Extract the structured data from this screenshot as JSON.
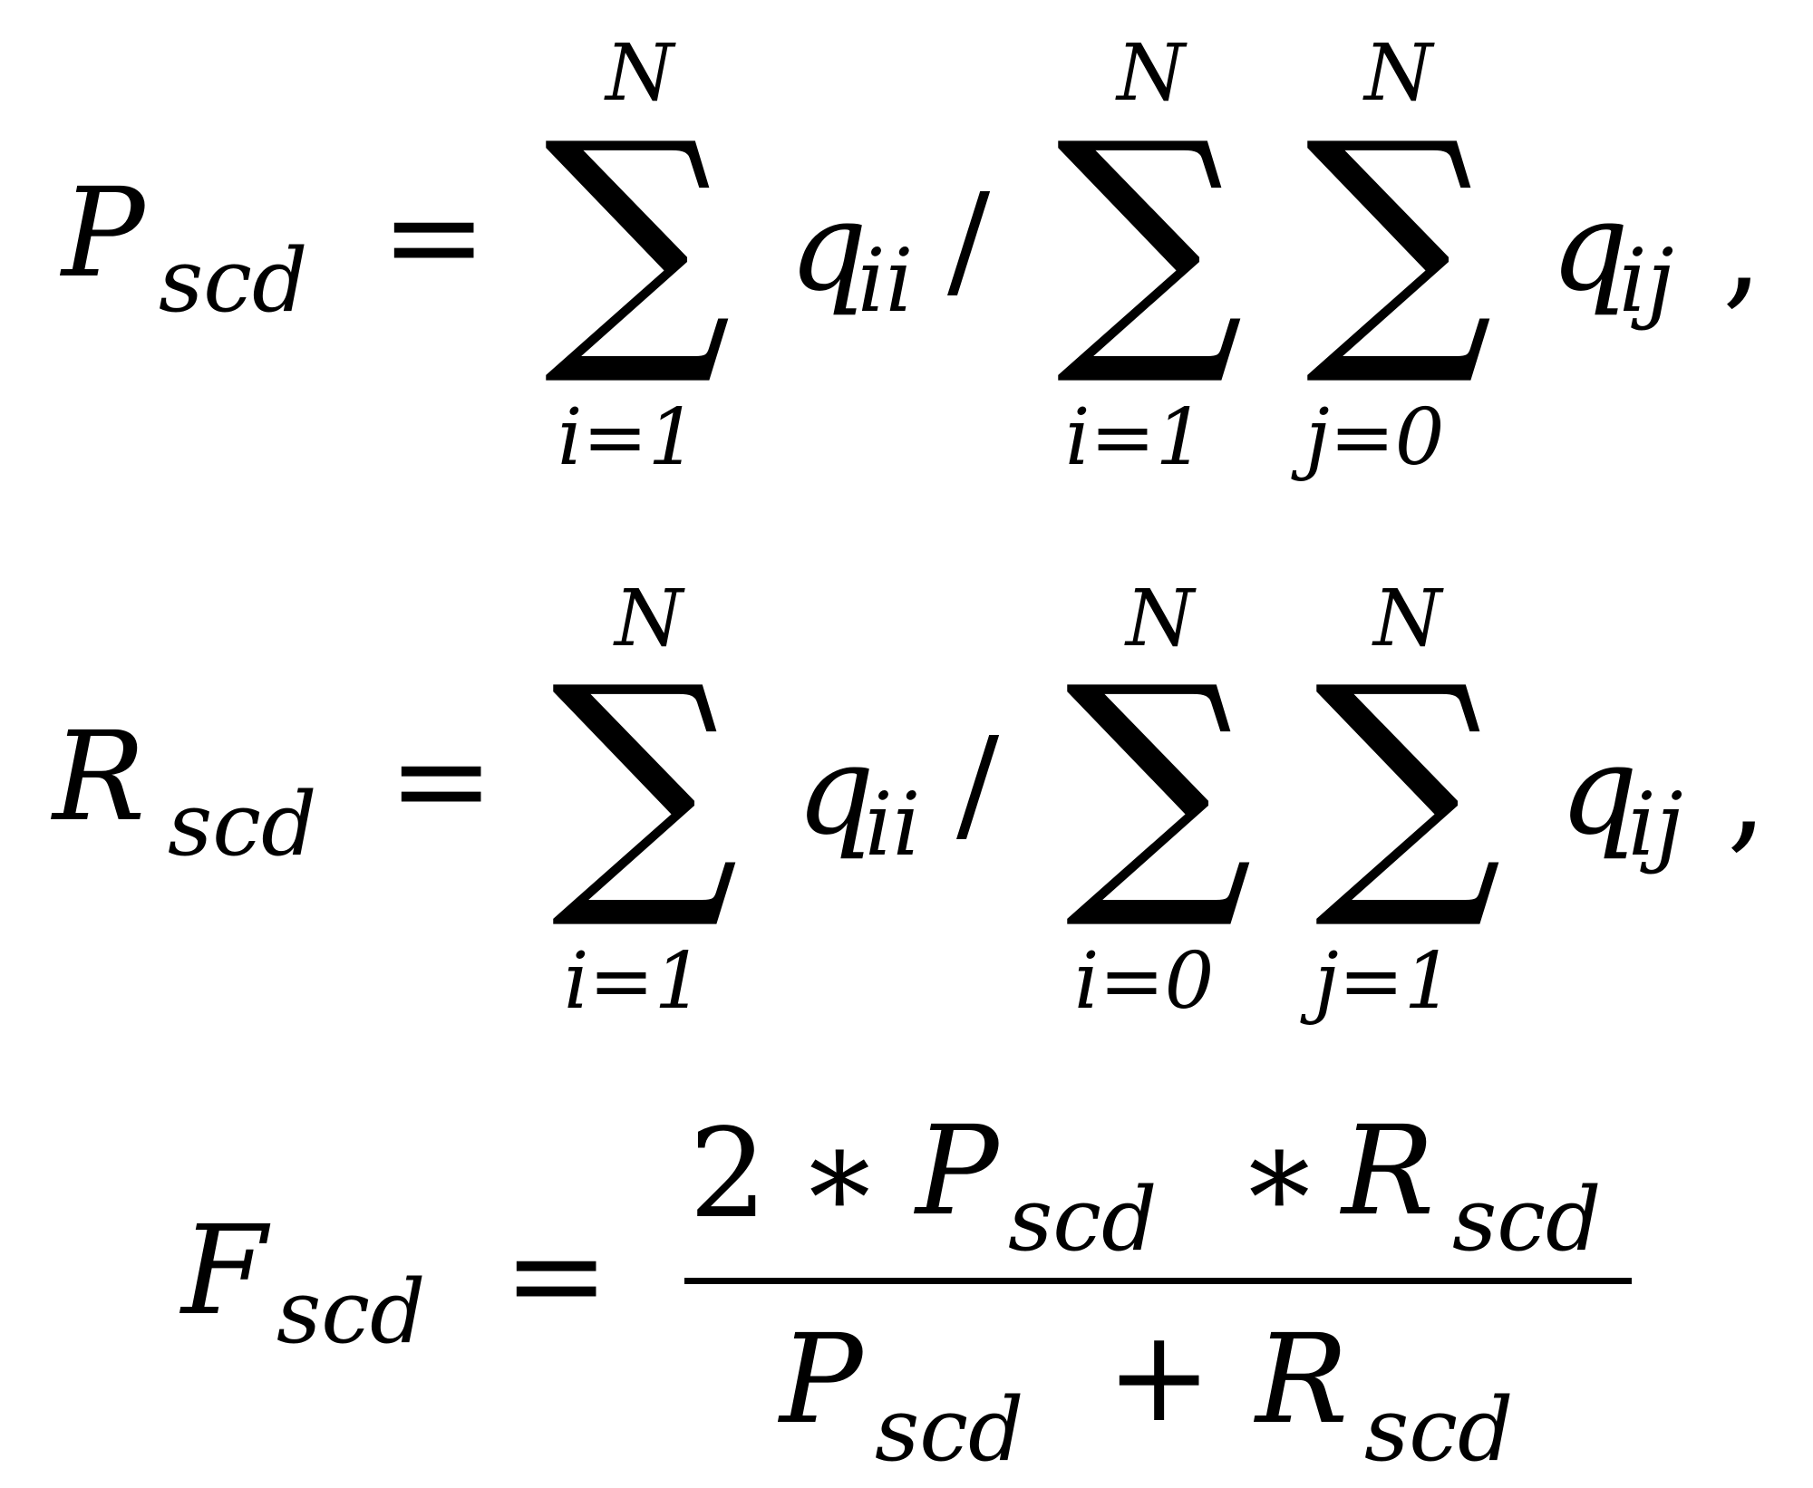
{
  "equations": [
    {
      "lhs": {
        "symbol": "P",
        "sub": "scd"
      },
      "equals": "=",
      "sum1": {
        "symbol": "∑",
        "upper": "N",
        "lower": "i=1"
      },
      "term1": {
        "symbol": "q",
        "sub": "ii"
      },
      "slash": "/",
      "sum2": {
        "symbol": "∑",
        "upper": "N",
        "lower": "i=1"
      },
      "sum3": {
        "symbol": "∑",
        "upper": "N",
        "lower": "j=0"
      },
      "term2": {
        "symbol": "q",
        "sub": "ij"
      },
      "end": ","
    },
    {
      "lhs": {
        "symbol": "R",
        "sub": "scd"
      },
      "equals": "=",
      "sum1": {
        "symbol": "∑",
        "upper": "N",
        "lower": "i=1"
      },
      "term1": {
        "symbol": "q",
        "sub": "ii"
      },
      "slash": "/",
      "sum2": {
        "symbol": "∑",
        "upper": "N",
        "lower": "i=0"
      },
      "sum3": {
        "symbol": "∑",
        "upper": "N",
        "lower": "j=1"
      },
      "term2": {
        "symbol": "q",
        "sub": "ij"
      },
      "end": ","
    }
  ],
  "fscore": {
    "lhs": {
      "symbol": "F",
      "sub": "scd"
    },
    "equals": "=",
    "numerator": {
      "two": "2",
      "star1": "∗",
      "p": {
        "symbol": "P",
        "sub": "scd"
      },
      "star2": "∗",
      "r": {
        "symbol": "R",
        "sub": "scd"
      }
    },
    "denominator": {
      "p": {
        "symbol": "P",
        "sub": "scd"
      },
      "plus": "+",
      "r": {
        "symbol": "R",
        "sub": "scd"
      }
    }
  }
}
